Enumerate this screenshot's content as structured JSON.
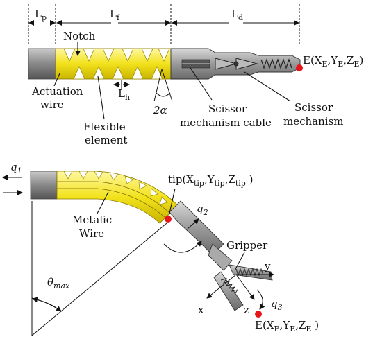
{
  "top": {
    "dim_p": "L",
    "dim_p_sub": "p",
    "dim_f": "L",
    "dim_f_sub": "f",
    "dim_d": "L",
    "dim_d_sub": "d",
    "notch": "Notch",
    "actuation_1": "Actuation",
    "actuation_2": "wire",
    "lh": "L",
    "lh_sub": "h",
    "flexible_1": "Flexible",
    "flexible_2": "element",
    "angle": "2α",
    "cable_1": "Scissor",
    "cable_2": "mechanism cable",
    "mech_1": "Scissor",
    "mech_2": "mechanism",
    "endpoint": "E(X",
    "endpoint_s1": "E",
    "endpoint_m1": ",Y",
    "endpoint_s2": "E",
    "endpoint_m2": ",Z",
    "endpoint_s3": "E",
    "endpoint_end": ")"
  },
  "bottom": {
    "q1": "q",
    "q1_sub": "1",
    "tip": "tip(X",
    "tip_s1": "tip",
    "tip_m1": ",Y",
    "tip_s2": "tip",
    "tip_m2": ",Z",
    "tip_s3": "tip",
    "tip_end": " )",
    "q2": "q",
    "q2_sub": "2",
    "metalic_1": "Metalic",
    "metalic_2": "Wire",
    "gripper": "Gripper",
    "theta": "θ",
    "theta_sub": "max",
    "axis_y": "y",
    "axis_x": "x",
    "axis_z": "z",
    "q3": "q",
    "q3_sub": "3",
    "endpoint": "E(X",
    "endpoint_s1": "E",
    "endpoint_m1": ",Y",
    "endpoint_s2": "E",
    "endpoint_m2": ",Z",
    "endpoint_s3": "E",
    "endpoint_end": " )"
  },
  "colors": {
    "flexible": "#f2e21c",
    "metal": "#8a8a8a",
    "endpoint_marker": "#e8141c"
  }
}
